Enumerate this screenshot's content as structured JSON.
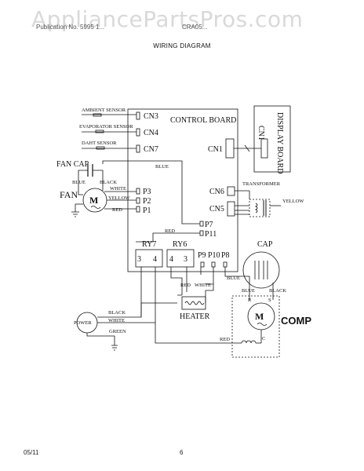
{
  "watermark": "AppliancePartsPros.com",
  "header": {
    "left_text": "Publication No. 5995 1...",
    "right_text": "CRA05...",
    "title": "WIRING DIAGRAM"
  },
  "footer": {
    "date": "05/11",
    "page": "6"
  },
  "labels": {
    "ambient_sensor": "AMBIENT SENSOR",
    "evaporator_sensor": "EVAPORATOR SENSOR",
    "daht_sensor": "DAHT SENSOR",
    "cn3": "CN3",
    "cn4": "CN4",
    "cn7": "CN7",
    "control_board": "CONTROL BOARD",
    "cn1_board": "CN1",
    "cn1_display": "CN1",
    "display_board": "DISPLAY BOARD",
    "fan_cap": "FAN CAP",
    "fan": "FAN",
    "fan_m": "M",
    "blue_top": "BLUE",
    "blue_fan": "BLUE",
    "black_fan": "BLACK",
    "white_fan": "WHITE",
    "yellow_fan": "YELLOW",
    "red_fan": "RED",
    "p3": "P3",
    "p2": "P2",
    "p1": "P1",
    "cn6": "CN6",
    "cn5": "CN5",
    "transformer": "TRANSFORMER",
    "yellow_tr": "YELLOW",
    "p7": "P7",
    "p11": "P11",
    "red_p11": "RED",
    "ry7": "RY7",
    "ry6": "RY6",
    "ry7_3": "3",
    "ry7_4": "4",
    "ry6_4": "4",
    "ry6_3": "3",
    "p9": "P9",
    "p10": "P10",
    "p8": "P8",
    "cap": "CAP",
    "blue_cap": "BLUE",
    "blue_comp": "BLUE",
    "black_comp": "BLACK",
    "red_heater": "RED",
    "white_heater": "WHITE",
    "heater": "HEATER",
    "power": "POWER",
    "black_pw": "BLACK",
    "white_pw": "WHITE",
    "green_pw": "GREEN",
    "red_bottom": "RED",
    "comp": "COMP",
    "comp_m": "M",
    "r": "R",
    "s": "S",
    "c": "C"
  }
}
